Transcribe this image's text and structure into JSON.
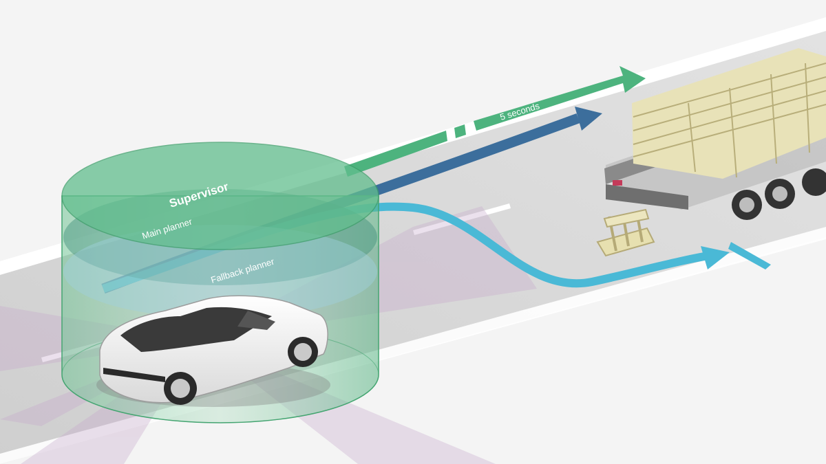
{
  "labels": {
    "supervisor": "Supervisor",
    "main_planner": "Main planner",
    "fallback_planner": "Fallback planner",
    "time_horizon": "5 seconds"
  },
  "colors": {
    "supervisor_green": "#4db37e",
    "main_planner_blue": "#3c6e9c",
    "fallback_cyan": "#4ab9d6",
    "sensor_purple": "#c7a9cc",
    "road_gray": "#d6d6d6",
    "background": "#f4f4f4"
  },
  "icons": {
    "vehicle": "sports-car-icon",
    "obstacle": "flatbed-truck-icon",
    "debris": "pallet-icon"
  }
}
